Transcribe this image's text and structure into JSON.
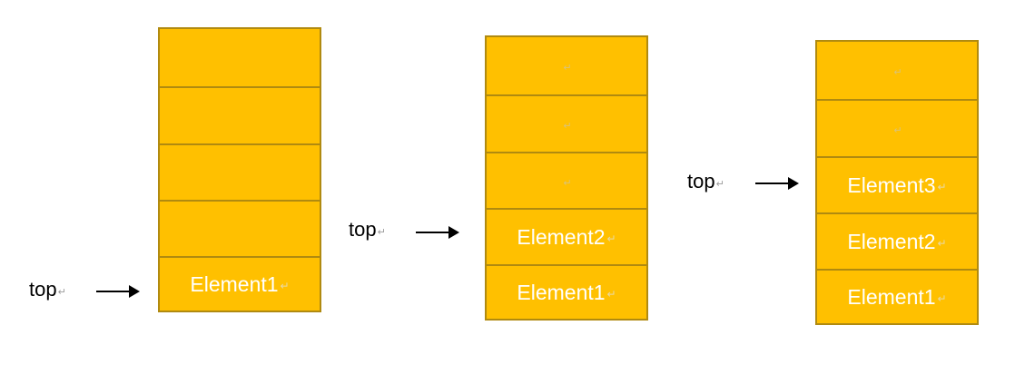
{
  "pointer_label": "top",
  "return_mark": "↵",
  "stacks": [
    {
      "cells": [
        "",
        "",
        "",
        "",
        "Element1"
      ]
    },
    {
      "cells": [
        "",
        "",
        "",
        "Element2",
        "Element1"
      ]
    },
    {
      "cells": [
        "",
        "",
        "Element3",
        "Element2",
        "Element1"
      ]
    }
  ],
  "colors": {
    "fill": "#ffc000",
    "border": "#b08a10",
    "text": "#ffffff"
  }
}
